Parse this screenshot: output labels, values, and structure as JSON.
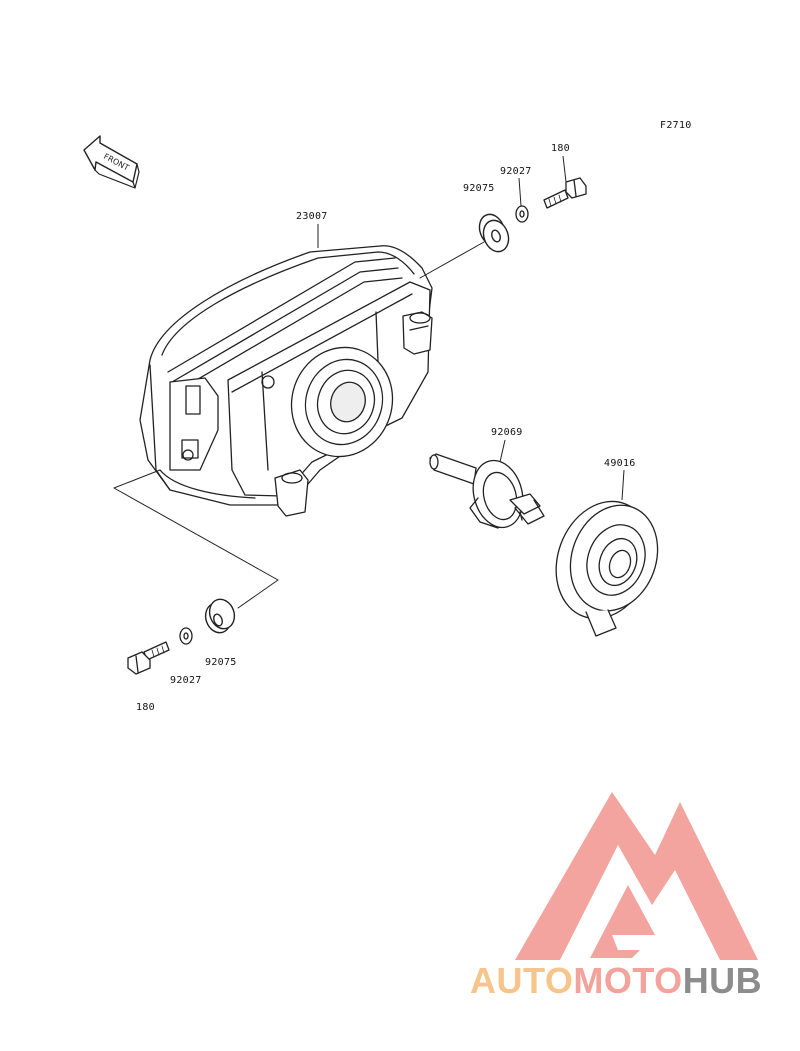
{
  "figure_code": "F2710",
  "front_arrow_label": "FRONT",
  "part_numbers": {
    "bolt_top": "180",
    "washer_top": "92027",
    "grommet_top": "92075",
    "headlight_assembly": "23007",
    "bulb": "92069",
    "boot": "49016",
    "grommet_bottom": "92075",
    "washer_bottom": "92027",
    "bolt_bottom": "180"
  },
  "watermark": {
    "word_part1": "AUTOMOTO",
    "word_part2": "HUB",
    "colors": {
      "logo": "#f4a49f",
      "auto": "#f7c48a",
      "moto": "#f3a39b",
      "hub": "#8c8c8c"
    }
  }
}
